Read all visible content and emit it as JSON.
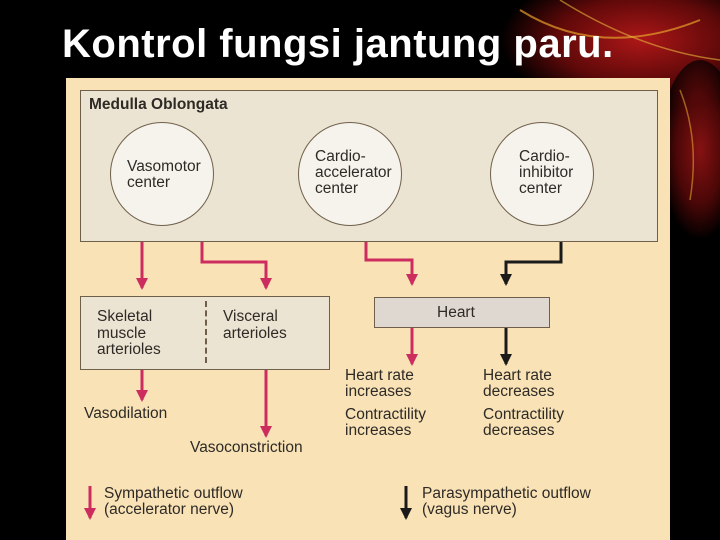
{
  "slide": {
    "title": "Kontrol fungsi jantung paru."
  },
  "diagram": {
    "medulla_label": "Medulla Oblongata",
    "centers": {
      "vasomotor": "Vasomotor\ncenter",
      "cardioaccelerator": "Cardio-\naccelerator\ncenter",
      "cardioinhibitor": "Cardio-\ninhibitor\ncenter"
    },
    "targets": {
      "skeletal": "Skeletal\nmuscle\narterioles",
      "visceral": "Visceral\narterioles",
      "heart": "Heart"
    },
    "effects": {
      "vasodilation": "Vasodilation",
      "vasoconstriction": "Vasoconstriction",
      "hr_increases": "Heart rate\nincreases",
      "contractility_increases": "Contractility\nincreases",
      "hr_decreases": "Heart rate\ndecreases",
      "contractility_decreases": "Contractility\ndecreases"
    },
    "legend": {
      "sympathetic": "Sympathetic outflow\n(accelerator nerve)",
      "parasympathetic": "Parasympathetic outflow\n(vagus nerve)"
    },
    "colors": {
      "sympathetic": "#cc2d5e",
      "parasympathetic": "#1a1a1a",
      "panel_bg": "#f8e2b6",
      "box_bg": "#ece4d2"
    }
  }
}
